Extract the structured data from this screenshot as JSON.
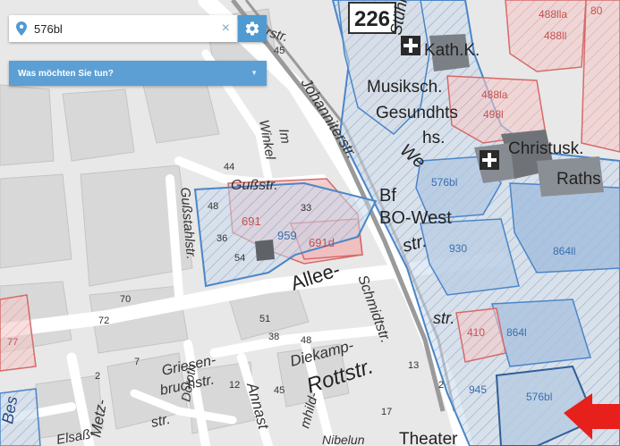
{
  "search": {
    "value": "576bl",
    "placeholder": "",
    "clear_glyph": "×"
  },
  "action_menu": {
    "label": "Was möchten Sie tun?"
  },
  "icons": {
    "search_pin": "location-pin-icon",
    "settings": "gear-icon",
    "clear": "close-icon",
    "dropdown": "chevron-down-icon",
    "marker": "red-arrow-icon"
  },
  "colors": {
    "map_background": "#e6e6e6",
    "parcel_blue": "#4a86c8",
    "parcel_red": "#e07070",
    "accent": "#4f9ad1",
    "arrow": "#e8201c"
  },
  "map": {
    "route_shield": "226",
    "streets": {
      "johanniterstr": "Johanniterstr.",
      "gussstahlstr": "Gußstahlstr.",
      "gussstr": "Gußstr.",
      "allee": "Allee-",
      "schmidtstr": "Schmidtstr.",
      "diekampstr": "Diekamp-",
      "rottstr": "Rottstr.",
      "griesenbruchstr_1": "Griesen-",
      "griesenbruchstr_2": "bruchstr.",
      "metz": "Metz-",
      "winkel": "Winkel",
      "im": "Im",
      "str_1": "str.",
      "str_2": "str.",
      "str_3": "str.",
      "we": "We",
      "strs": "rstr.",
      "annast": "Annast",
      "dorothe": "Doroth",
      "hild": "mhild-",
      "elsass": "Elsaß-",
      "nibelung": "Nibelun",
      "bes": "Bes"
    },
    "pois": {
      "kath_k": "Kath.K.",
      "musiksch": "Musiksch.",
      "gesundhts": "Gesundhts",
      "hs": "hs.",
      "christusk": "Christusk.",
      "raths": "Raths",
      "bf": "Bf",
      "bo_west": "BO-West",
      "theater": "Theater",
      "stuhm": "Stühm"
    },
    "parcels": {
      "p691": "691",
      "p691d": "691d",
      "p576bl_mid": "576bl",
      "p576bl_bottom": "576bl",
      "p488la": "488lla",
      "p488ll": "488ll",
      "p488la2": "488la",
      "p498": "498l",
      "p864ll": "864ll",
      "p864l": "864l",
      "p930": "930",
      "p410": "410",
      "p945": "945",
      "p959": "959",
      "p80": "80"
    },
    "numbers": {
      "n45": "45",
      "n44": "44",
      "n48": "48",
      "n36": "36",
      "n54": "54",
      "n70": "70",
      "n72": "72",
      "n51": "51",
      "n38": "38",
      "n48b": "48",
      "n2": "2",
      "n7": "7",
      "n12": "12",
      "n45b": "45",
      "n13": "13",
      "n17": "17",
      "n77": "77",
      "n2b": "2",
      "n33": "33"
    }
  }
}
